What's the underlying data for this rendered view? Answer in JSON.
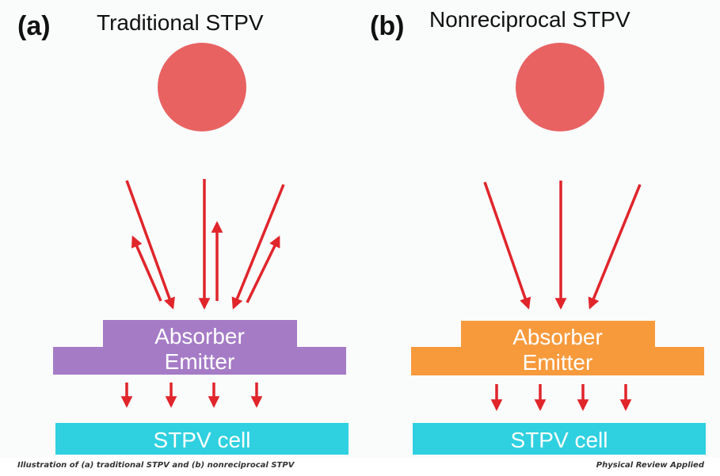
{
  "panels": [
    {
      "letter": "(a)",
      "title": "Traditional STPV",
      "layer_color": "#a57bc6",
      "layer_line1": "Absorber",
      "layer_line2": "Emitter",
      "cell_label": "STPV cell"
    },
    {
      "letter": "(b)",
      "title": "Nonreciprocal STPV",
      "layer_color": "#f79a3c",
      "layer_line1": "Absorber",
      "layer_line2": "Emitter",
      "cell_label": "STPV cell"
    }
  ],
  "colors": {
    "sun": "#e86262",
    "arrow": "#e0252b",
    "cell": "#2fd0e0",
    "text_on_shape": "#ffffff"
  },
  "caption": {
    "text": "Illustration of (a) traditional STPV and (b) nonreciprocal STPV",
    "source": "Physical Review Applied"
  }
}
